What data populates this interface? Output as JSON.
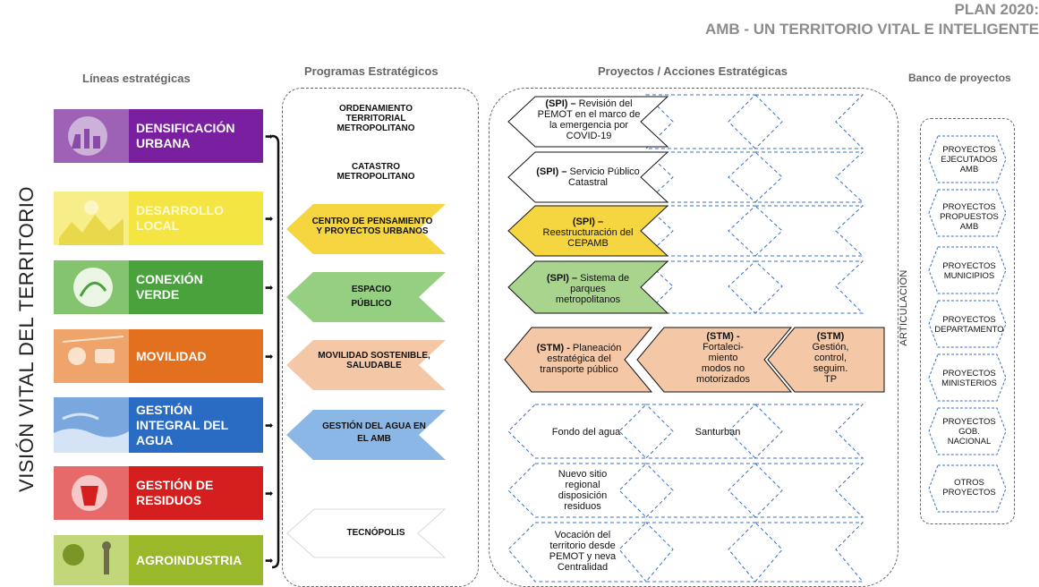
{
  "header": {
    "plan_line1": "PLAN 2020:",
    "plan_line2": "AMB - UN TERRITORIO VITAL E INTELIGENTE"
  },
  "columns": {
    "lineas": "Líneas estratégicas",
    "programas": "Programas Estratégicos",
    "proyectos": "Proyectos /  Acciones Estratégicas",
    "banco": "Banco de proyectos"
  },
  "vision_label": "VISIÓN VITAL DEL TERRITORIO",
  "lineas": [
    {
      "l1": "DENSIFICACIÓN",
      "l2": "URBANA",
      "color": "#7a1fa0"
    },
    {
      "l1": "DESARROLLO",
      "l2": "LOCAL",
      "color": "#f4e542"
    },
    {
      "l1": "CONEXIÓN",
      "l2": "VERDE",
      "color": "#49a23c"
    },
    {
      "l1": "MOVILIDAD",
      "l2": "",
      "color": "#e2701e"
    },
    {
      "l1": "GESTIÓN",
      "l2": "INTEGRAL DEL",
      "l3": "AGUA",
      "color": "#2a6cc4"
    },
    {
      "l1": "GESTIÓN DE",
      "l2": "RESIDUOS",
      "color": "#d51e1e"
    },
    {
      "l1": "AGROINDUSTRIA",
      "l2": "",
      "color": "#9ab92a"
    }
  ],
  "programas": {
    "p1a": "ORDENAMIENTO",
    "p1b": "TERRITORIAL",
    "p1c": "METROPOLITANO",
    "p2a": "CATASTRO",
    "p2b": "METROPOLITANO",
    "p3a": "CENTRO DE PENSAMIENTO",
    "p3b": "Y PROYECTOS URBANOS",
    "p4a": "ESPACIO",
    "p4b": "PÚBLICO",
    "p5a": "MOVILIDAD SOSTENIBLE,",
    "p5b": "SALUDABLE",
    "p6a": "GESTIÓN DEL AGUA EN",
    "p6b": "EL AMB",
    "p7": "TECNÓPOLIS"
  },
  "proyectos": {
    "s1_bold": "(SPI) –",
    "s1a": " Revisión del",
    "s1b": "PEMOT en el marco de",
    "s1c": "la emergencia por",
    "s1d": "COVID-19",
    "s2_bold": "(SPI) –",
    "s2a": " Servicio Público",
    "s2b": "Catastral",
    "s3_bold": "(SPI) –",
    "s3a": "Reestructuración del",
    "s3b": "CEPAMB",
    "s4_bold": "(SPI) –",
    "s4a": " Sistema de",
    "s4b": "parques",
    "s4c": "metropolitanos",
    "m1_bold": "(STM) -",
    "m1a": " Planeación",
    "m1b": "estratégica del",
    "m1c": "transporte público",
    "m2_bold": "(STM) -",
    "m2a": "Fortaleci-",
    "m2b": "miento",
    "m2c": "modos no",
    "m2d": "motorizados",
    "m3_bold": "(STM)",
    "m3a": "Gestión,",
    "m3b": "control,",
    "m3c": "seguim.",
    "m3d": "TP",
    "a1": "Fondo del agua",
    "a2": "Santurban",
    "r1a": "Nuevo sitio",
    "r1b": "regional",
    "r1c": "disposición",
    "r1d": "residuos",
    "g1a": "Vocación del",
    "g1b": "territorio desde",
    "g1c": "PEMOT y neva",
    "g1d": "Centralidad"
  },
  "articulacion": "ARTICULACIÓN",
  "banco": [
    {
      "a": "PROYECTOS",
      "b": "EJECUTADOS",
      "c": "AMB"
    },
    {
      "a": "PROYECTOS",
      "b": "PROPUESTOS",
      "c": "AMB"
    },
    {
      "a": "PROYECTOS",
      "b": "MUNICIPIOS",
      "c": ""
    },
    {
      "a": "PROYECTOS",
      "b": "DEPARTAMENTO",
      "c": ""
    },
    {
      "a": "PROYECTOS",
      "b": "MINISTERIOS",
      "c": ""
    },
    {
      "a": "PROYECTOS",
      "b": "GOB.",
      "c": "NACIONAL"
    },
    {
      "a": "OTROS",
      "b": "PROYECTOS",
      "c": ""
    }
  ]
}
